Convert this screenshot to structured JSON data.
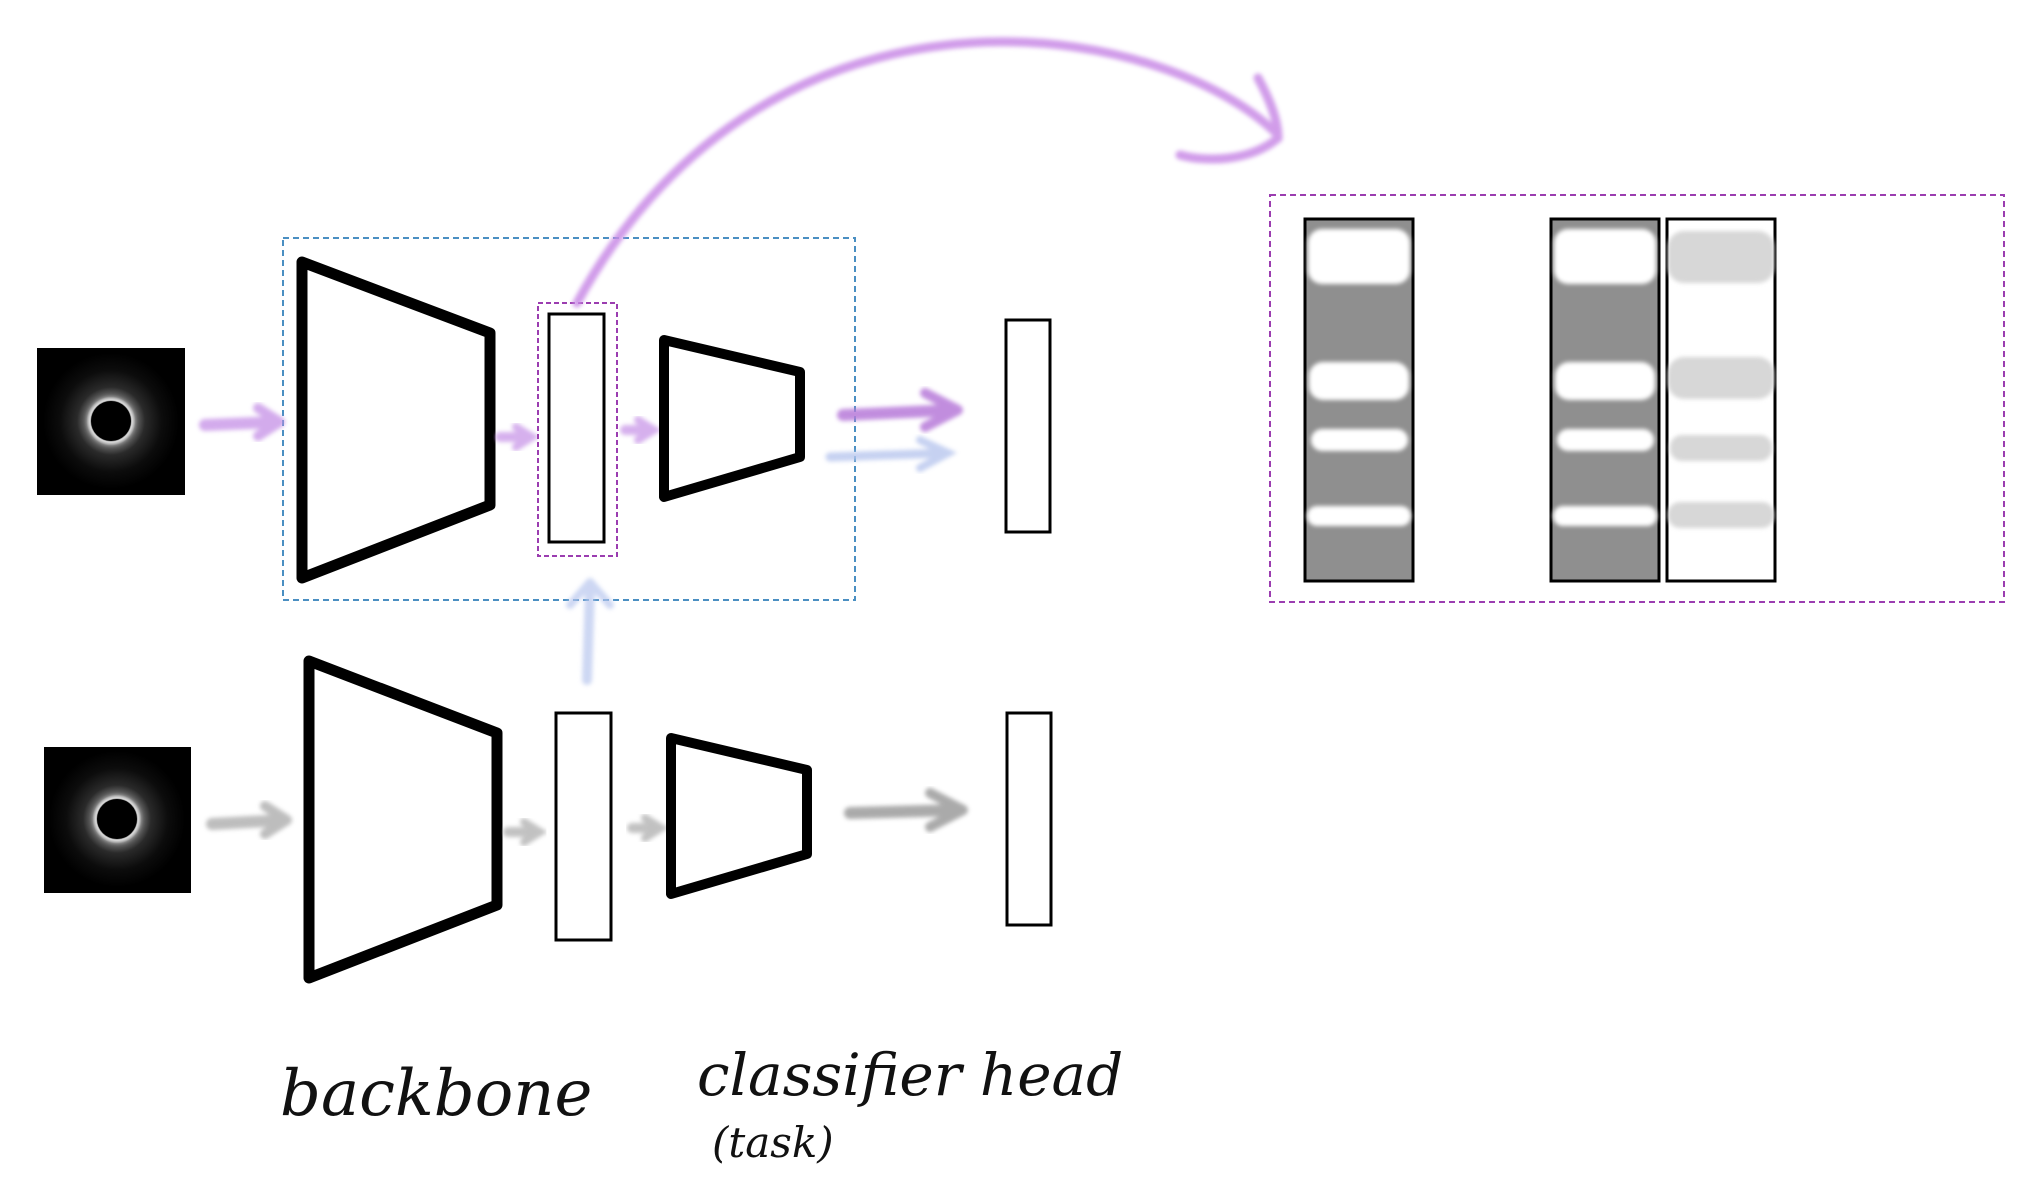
{
  "labels": {
    "backbone": "backbone",
    "classifier_head": "classifier head",
    "classifier_sub": "(task)"
  },
  "colors": {
    "stroke": "#000000",
    "blue_dash": "#4a8fc2",
    "purple_dash": "#9b3db0",
    "purple_arrow": "#c77ae0",
    "blue_arrow": "#a9b9ea",
    "gray_arrow": "#a8a8a8",
    "panel_gray": "#8f8f8f",
    "light_bar": "#d7d7d7"
  }
}
